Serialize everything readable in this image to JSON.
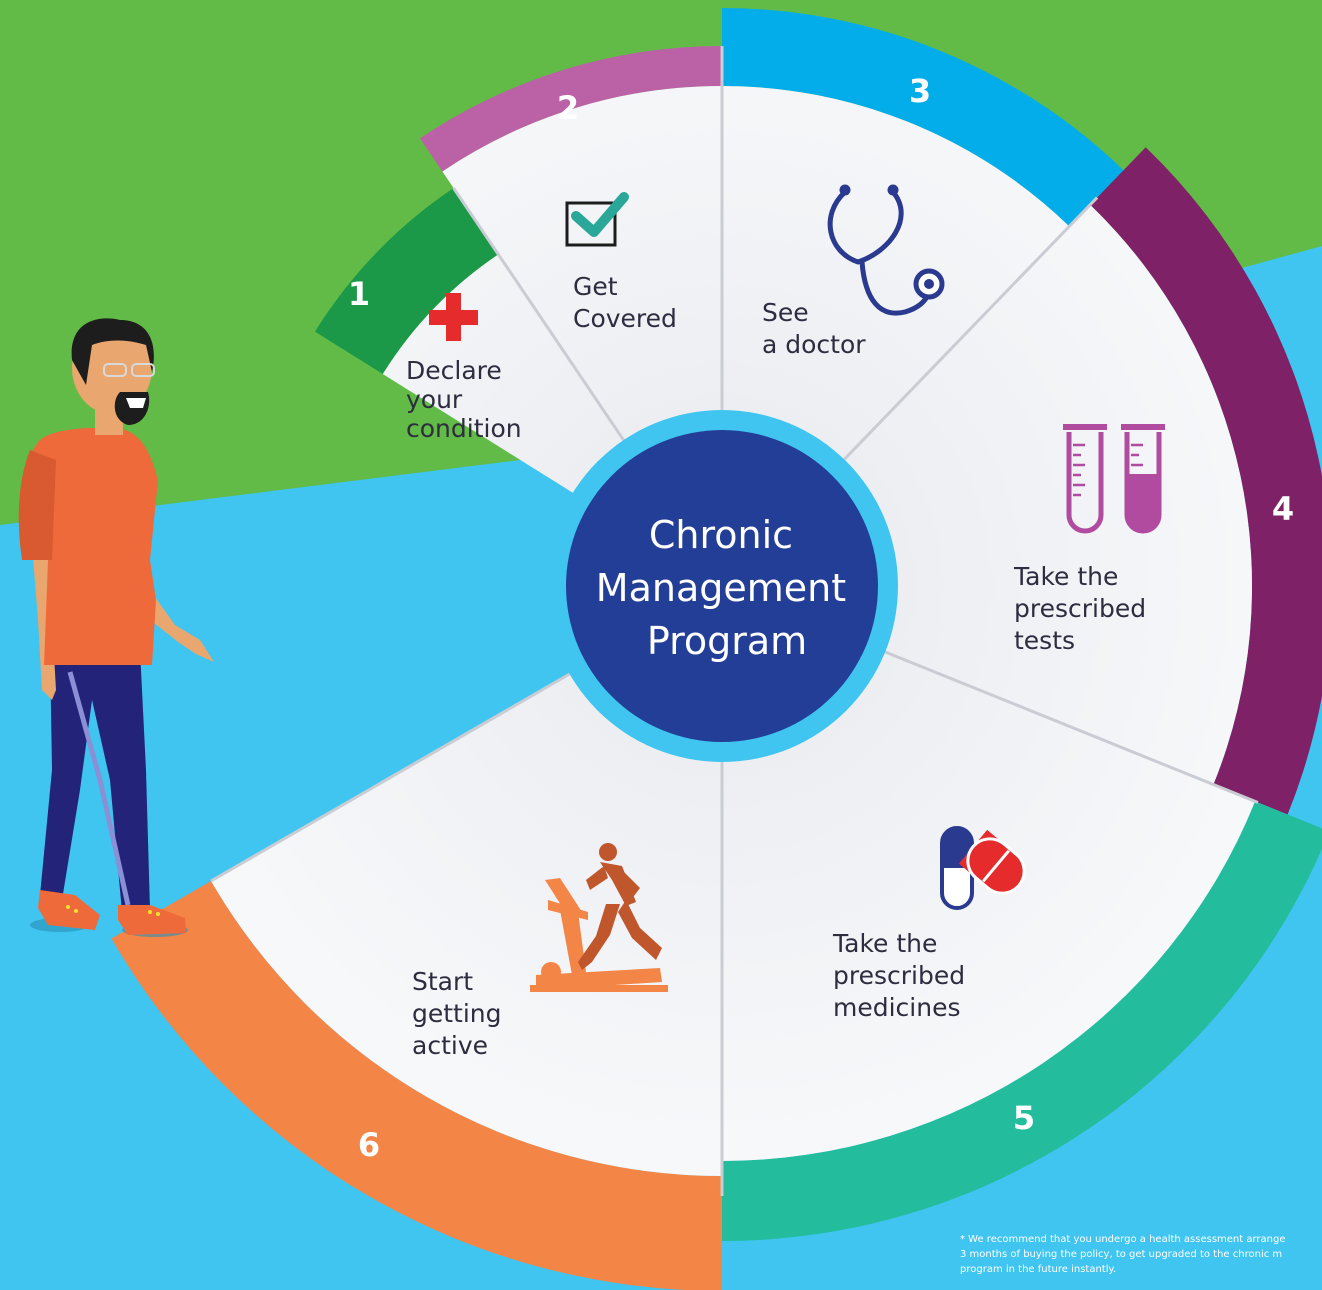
{
  "center": {
    "lines": [
      "Chronic",
      "Management",
      "Program"
    ]
  },
  "steps": [
    {
      "number": "1",
      "lines": [
        "Declare",
        "your",
        "condition"
      ],
      "icon": "red-cross-icon",
      "color": "#1b9848"
    },
    {
      "number": "2",
      "lines": [
        "Get",
        "Covered"
      ],
      "icon": "checkbox-icon",
      "color": "#bb62a7"
    },
    {
      "number": "3",
      "lines": [
        "See",
        "a doctor"
      ],
      "icon": "stethoscope-icon",
      "color": "#03adea"
    },
    {
      "number": "4",
      "lines": [
        "Take the",
        "prescribed",
        "tests"
      ],
      "icon": "test-tubes-icon",
      "color": "#7f2167"
    },
    {
      "number": "5",
      "lines": [
        "Take the",
        "prescribed",
        "medicines"
      ],
      "icon": "pills-icon",
      "color": "#23bc9c"
    },
    {
      "number": "6",
      "lines": [
        "Start",
        "getting",
        "active"
      ],
      "icon": "treadmill-runner-icon",
      "color": "#f38547"
    }
  ],
  "footnote": [
    "* We recommend that you undergo a health assessment arrange",
    "3 months of buying the policy, to get upgraded to the chronic m",
    "program in the future instantly."
  ],
  "colors": {
    "green_bg": "#62bb46",
    "blue_bg": "#3fc5f0",
    "wedge": "#f5f6f8",
    "text": "#2d2d40",
    "center": "#233e97",
    "center_ring": "#3fc5f0"
  }
}
